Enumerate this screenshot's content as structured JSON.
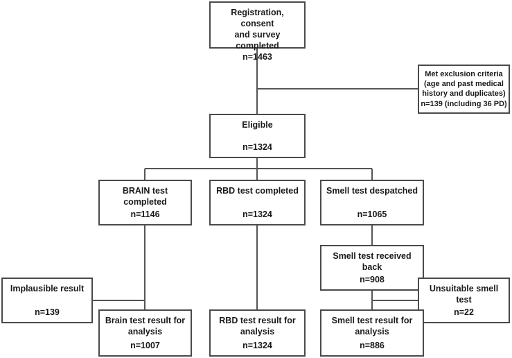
{
  "boxes": {
    "registration": {
      "text": "Registration, consent\nand survey completed",
      "count": "n=1463"
    },
    "exclusion": {
      "text": "Met exclusion criteria\n(age and past medical\nhistory and duplicates)",
      "count": "n=139 (including 36 PD)"
    },
    "eligible": {
      "text": "Eligible",
      "count": "n=1324"
    },
    "brain_completed": {
      "text": "BRAIN test completed",
      "count": "n=1146"
    },
    "rbd_completed": {
      "text": "RBD test completed",
      "count": "n=1324"
    },
    "smell_despatched": {
      "text": "Smell test despatched",
      "count": "n=1065"
    },
    "smell_received": {
      "text": "Smell test received\nback",
      "count": "n=908"
    },
    "implausible": {
      "text": "Implausible result",
      "count": "n=139"
    },
    "unsuitable_smell": {
      "text": "Unsuitable smell test",
      "count": "n=22"
    },
    "brain_result": {
      "text": "Brain test result for\nanalysis",
      "count": "n=1007"
    },
    "rbd_result": {
      "text": "RBD test result for\nanalysis",
      "count": "n=1324"
    },
    "smell_result": {
      "text": "Smell test result for\nanalysis",
      "count": "n=886"
    }
  },
  "colors": {
    "border": "#4a4a4a",
    "line": "#555555",
    "text": "#1a1a1a"
  }
}
